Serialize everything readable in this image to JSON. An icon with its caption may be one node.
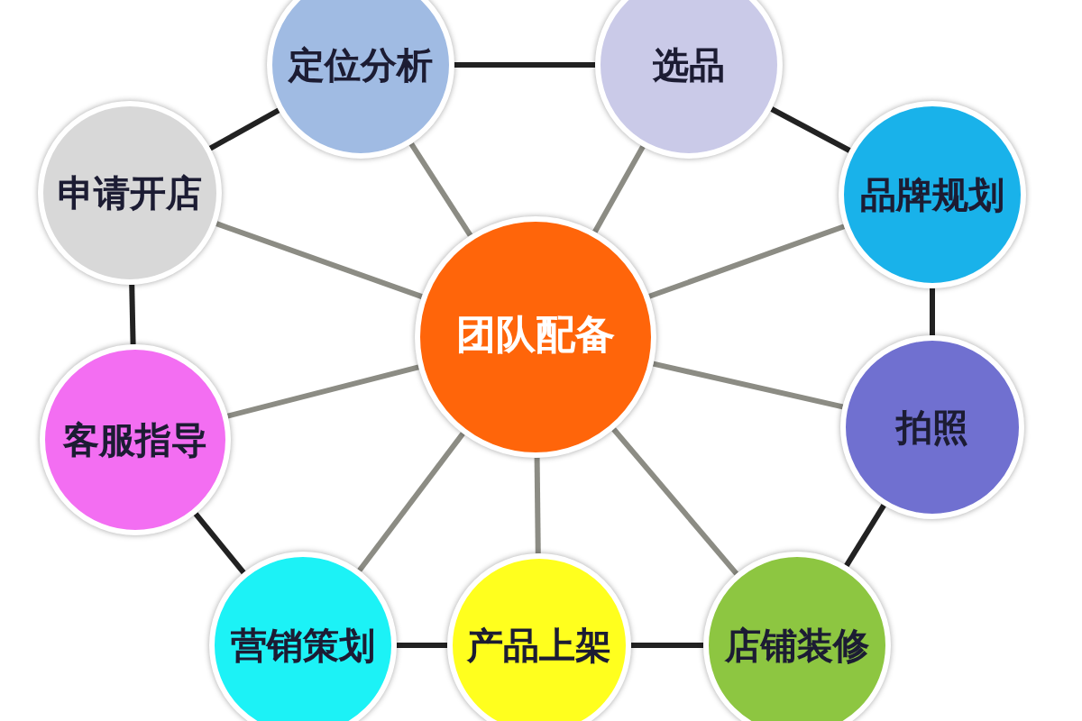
{
  "diagram": {
    "nodes": [
      {
        "text": [
          "定位分析"
        ]
      },
      {
        "text": [
          "选品"
        ]
      },
      {
        "text": [
          "申请开店"
        ]
      },
      {
        "text": [
          "品牌规划"
        ]
      },
      {
        "text": [
          "团队配备"
        ]
      },
      {
        "text": [
          "拍照"
        ]
      },
      {
        "text": [
          "客服指导"
        ]
      },
      {
        "text": [
          "营销策划"
        ]
      },
      {
        "text": [
          "产品上架"
        ]
      },
      {
        "text": [
          "店铺装修"
        ]
      }
    ],
    "edges": [
      {
        "from": 4,
        "to": 0,
        "arrow": "none"
      },
      {
        "from": 4,
        "to": 1,
        "arrow": "none"
      },
      {
        "from": 4,
        "to": 2,
        "arrow": "none"
      },
      {
        "from": 4,
        "to": 3,
        "arrow": "none"
      },
      {
        "from": 4,
        "to": 5,
        "arrow": "none"
      },
      {
        "from": 4,
        "to": 6,
        "arrow": "none"
      },
      {
        "from": 4,
        "to": 7,
        "arrow": "none"
      },
      {
        "from": 4,
        "to": 8,
        "arrow": "none"
      },
      {
        "from": 4,
        "to": 9,
        "arrow": "none"
      },
      {
        "from": 0,
        "to": 1,
        "arrow": "none",
        "color": "#222222"
      },
      {
        "from": 1,
        "to": 3,
        "arrow": "none",
        "color": "#222222"
      },
      {
        "from": 3,
        "to": 5,
        "arrow": "none",
        "color": "#222222"
      },
      {
        "from": 5,
        "to": 9,
        "arrow": "none",
        "color": "#222222"
      },
      {
        "from": 9,
        "to": 8,
        "arrow": "none",
        "color": "#222222"
      },
      {
        "from": 8,
        "to": 7,
        "arrow": "none",
        "color": "#222222"
      },
      {
        "from": 7,
        "to": 6,
        "arrow": "none",
        "color": "#222222"
      },
      {
        "from": 6,
        "to": 2,
        "arrow": "none",
        "color": "#222222"
      },
      {
        "from": 2,
        "to": 0,
        "arrow": "none",
        "color": "#222222"
      }
    ]
  }
}
